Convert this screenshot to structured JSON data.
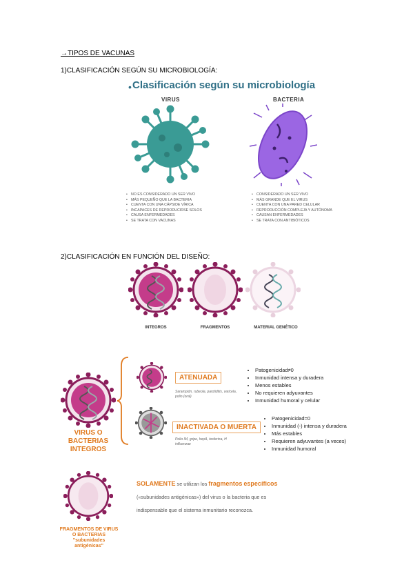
{
  "headings": {
    "main": "→TIPOS DE VACUNAS",
    "section1": "1)CLASIFICACIÓN SEGÚN SU MICROBIOLOGÍA:",
    "section2": "2)CLASIFICACIÓN EN FUNCIÓN DEL DISEÑO:"
  },
  "micro": {
    "title": "Clasificación según su microbiología",
    "virus_label": "VIRUS",
    "bacteria_label": "BACTERIA",
    "virus_points": [
      "NO ES CONSIDERADO UN SER VIVO",
      "MÁS PEQUEÑO QUE LA BACTERIA",
      "CUENTA CON UNA CÁPSIDE VÍRICA",
      "INCAPACES DE REPRODUCIRSE SOLOS",
      "CAUSA ENFERMEDADES",
      "SE TRATA CON VACUNAS"
    ],
    "bacteria_points": [
      "CONSIDERADO UN SER VIVO",
      "MÁS GRANDE QUE EL VIRUS",
      "CUENTA CON UNA PARED CELULAR",
      "REPRODUCCIÓN COMPLEJA Y AUTÓNOMA",
      "CAUSAN ENFERMEDADES",
      "SE TRATA CON ANTIBIÓTICOS"
    ],
    "colors": {
      "virus": "#3a9b95",
      "bacteria": "#8f5bd9",
      "title": "#2f6f86"
    }
  },
  "design": {
    "captions": [
      "INTEGROS",
      "FRAGMENTOS",
      "MATERIAL GENÉTICO"
    ],
    "integros_title": "VIRUS O BACTERIAS INTEGROS",
    "atenuada": {
      "label": "ATENUADA",
      "examples": "Sarampión, rubeola, parotiditis, varicela, polio (oral)",
      "points": [
        "Patogenicidad≠0",
        "Inmunidad intensa y duradera",
        "Menos estables",
        "No requieren adyuvantes",
        "Inmunidad humoral y celular"
      ]
    },
    "inactivada": {
      "label": "INACTIVADA O MUERTA",
      "examples": "Polio IM, gripe, hepA, tosferina, H influenzae",
      "points": [
        "Patogenicidad=0",
        "Inmunidad (-) intensa y duradera",
        "Más estables",
        "Requieren adyuvantes (a veces)",
        "Inmunidad humoral"
      ]
    },
    "fragmentos": {
      "title": "FRAGMENTOS DE VIRUS O BACTERIAS \"subunidades antigénicas\"",
      "p1": "SOLAMENTE",
      "p2": " se utilizan los ",
      "p3": "fragmentos",
      "p4": "específicos",
      "p5": " («subunidades antigénicas») del virus o la bacteria que es indispensable que el sistema inmunitario reconozca."
    },
    "colors": {
      "orange": "#e07a1f",
      "magenta": "#c43c8a",
      "dark": "#8b1e5b"
    }
  }
}
